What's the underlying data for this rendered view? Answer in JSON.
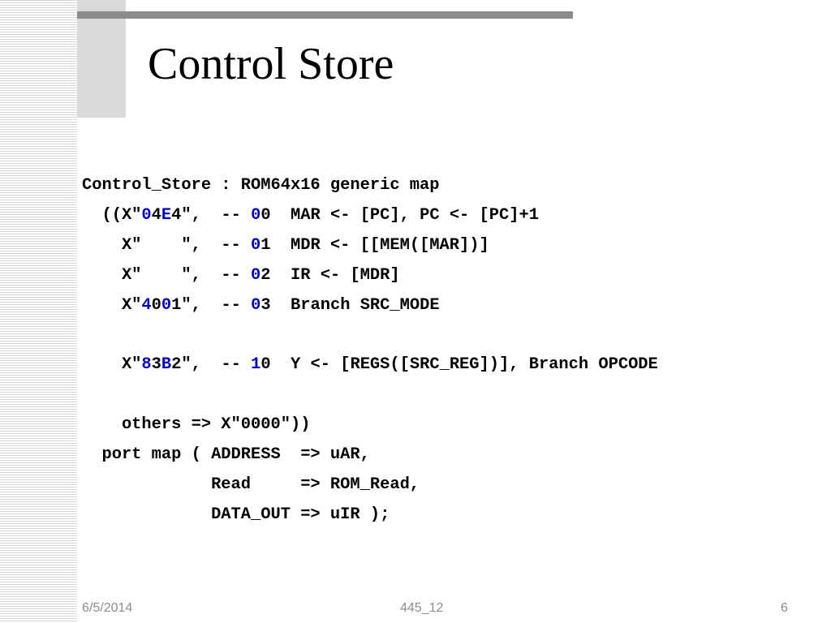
{
  "slide": {
    "title": "Control Store"
  },
  "code": {
    "lines": [
      [
        {
          "t": "Control_Store : ROM64x16 generic map"
        }
      ],
      [
        {
          "t": "  ((X\""
        },
        {
          "t": "0",
          "hl": true
        },
        {
          "t": "4"
        },
        {
          "t": "E",
          "hl": true
        },
        {
          "t": "4\",  -- "
        },
        {
          "t": "0",
          "hl": true
        },
        {
          "t": "0  MAR <- [PC], PC <- [PC]+1"
        }
      ],
      [
        {
          "t": "    X\"    \",  -- "
        },
        {
          "t": "0",
          "hl": true
        },
        {
          "t": "1  MDR <- [[MEM([MAR])]"
        }
      ],
      [
        {
          "t": "    X\"    \",  -- "
        },
        {
          "t": "0",
          "hl": true
        },
        {
          "t": "2  IR <- [MDR]"
        }
      ],
      [
        {
          "t": "    X\""
        },
        {
          "t": "4",
          "hl": true
        },
        {
          "t": "0"
        },
        {
          "t": "0",
          "hl": true
        },
        {
          "t": "1\",  -- "
        },
        {
          "t": "0",
          "hl": true
        },
        {
          "t": "3  Branch SRC_MODE"
        }
      ],
      [
        {
          "t": ""
        }
      ],
      [
        {
          "t": "    X\""
        },
        {
          "t": "8",
          "hl": true
        },
        {
          "t": "3"
        },
        {
          "t": "B",
          "hl": true
        },
        {
          "t": "2\",  -- "
        },
        {
          "t": "1",
          "hl": true
        },
        {
          "t": "0  Y <- [REGS([SRC_REG])], Branch OPCODE"
        }
      ],
      [
        {
          "t": ""
        }
      ],
      [
        {
          "t": "    others => X\"0000\"))"
        }
      ],
      [
        {
          "t": "  port map ( ADDRESS  => uAR,"
        }
      ],
      [
        {
          "t": "             Read     => ROM_Read,"
        }
      ],
      [
        {
          "t": "             DATA_OUT => uIR );"
        }
      ]
    ]
  },
  "footer": {
    "date": "6/5/2014",
    "center": "445_12",
    "page": "6"
  },
  "colors": {
    "highlight": "#0000cc",
    "text": "#000000",
    "footer": "#8c8c8c",
    "title_block": "#d9d9d9",
    "top_bar": "#8c8c8c"
  }
}
